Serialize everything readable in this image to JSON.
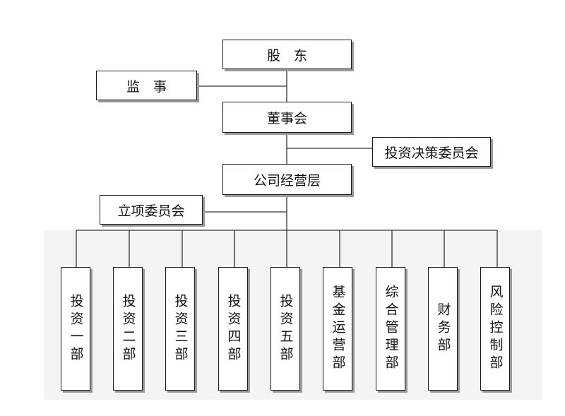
{
  "chart": {
    "shareholders": "股　东",
    "supervisor": "监　事",
    "board": "董事会",
    "investment_committee": "投资决策委员会",
    "management": "公司经营层",
    "project_committee": "立项委员会",
    "departments": [
      "投资一部",
      "投资二部",
      "投资三部",
      "投资四部",
      "投资五部",
      "基金运营部",
      "综合管理部",
      "财务部",
      "风险控制部"
    ]
  }
}
